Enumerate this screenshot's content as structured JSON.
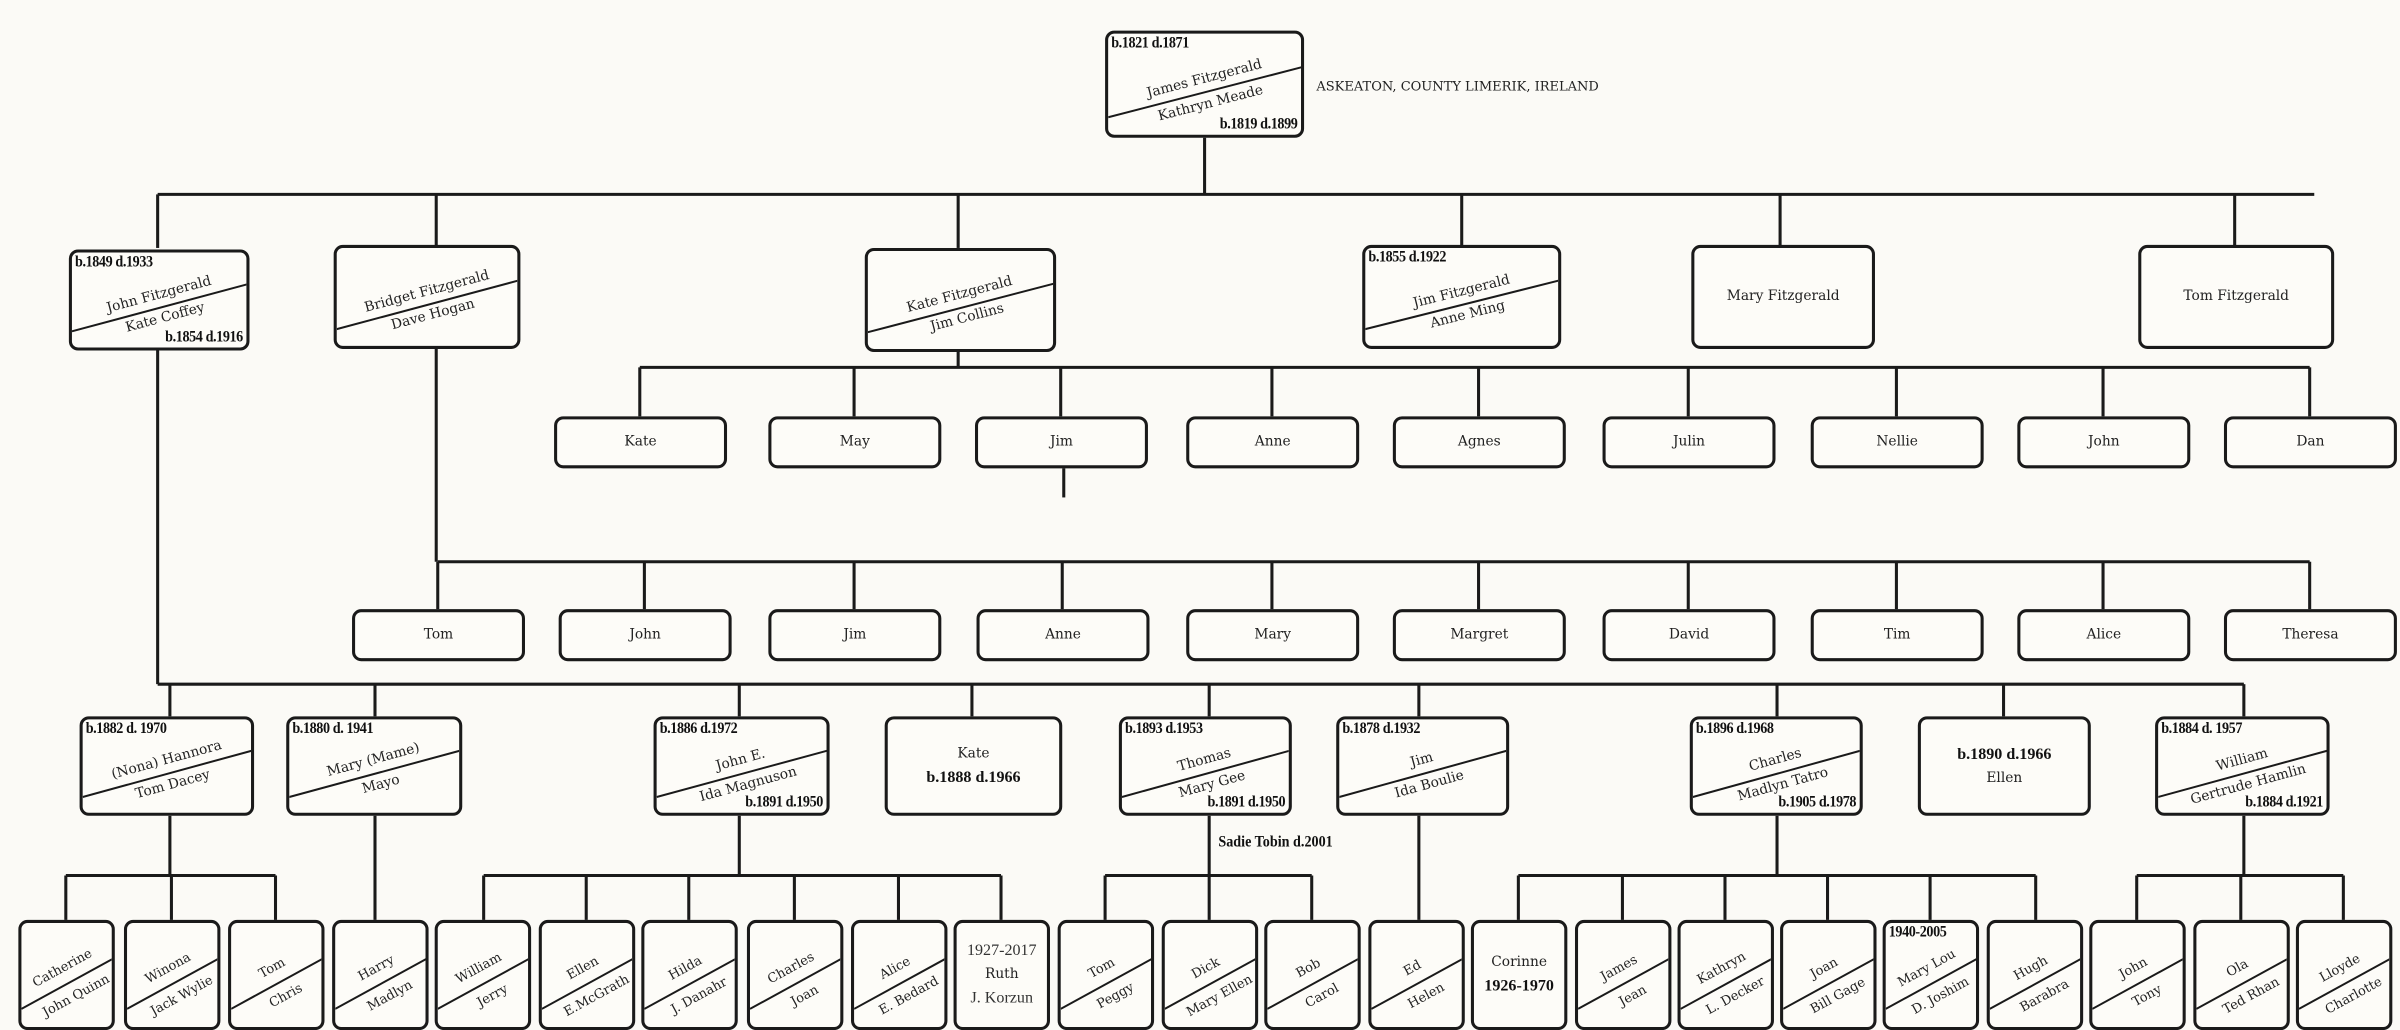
{
  "origin_place": "ASKEATON, COUNTY LIMERIK, IRELAND",
  "root": {
    "top": "b.1821 d.1871",
    "a": "James Fitzgerald",
    "b": "Kathryn Meade",
    "bottom": "b.1819 d.1899"
  },
  "children": [
    {
      "top": "b.1849 d.1933",
      "a": "John Fitzgerald",
      "b": "Kate Coffey",
      "bottom": "b.1854 d.1916"
    },
    {
      "a": "Bridget Fitzgerald",
      "b": "Dave Hogan"
    },
    {
      "a": "Kate Fitzgerald",
      "b": "Jim Collins"
    },
    {
      "top": "b.1855 d.1922",
      "a": "Jim Fitzgerald",
      "b": "Anne Ming"
    },
    {
      "name": "Mary Fitzgerald"
    },
    {
      "name": "Tom Fitzgerald"
    }
  ],
  "collins_children": [
    {
      "name": "Kate"
    },
    {
      "name": "May"
    },
    {
      "name": "Jim"
    },
    {
      "name": "Anne"
    },
    {
      "name": "Agnes"
    },
    {
      "name": "Julin"
    },
    {
      "name": "Nellie"
    },
    {
      "name": "John"
    },
    {
      "name": "Dan"
    }
  ],
  "hogan_children": [
    {
      "name": "Tom"
    },
    {
      "name": "John"
    },
    {
      "name": "Jim"
    },
    {
      "name": "Anne"
    },
    {
      "name": "Mary"
    },
    {
      "name": "Margret"
    },
    {
      "name": "David"
    },
    {
      "name": "Tim"
    },
    {
      "name": "Alice"
    },
    {
      "name": "Theresa"
    }
  ],
  "coffey_children": [
    {
      "top": "b.1882 d. 1970",
      "a": "(Nona) Hannora",
      "b": "Tom Dacey"
    },
    {
      "top": "b.1880 d. 1941",
      "a": "Mary (Mame)",
      "b": "Mayo"
    },
    {
      "top": "b.1886 d.1972",
      "a": "John E.",
      "b": "Ida Magnuson",
      "bottom": "b.1891 d.1950"
    },
    {
      "name": "Kate",
      "sub": "b.1888 d.1966"
    },
    {
      "top": "b.1893 d.1953",
      "a": "Thomas",
      "b": "Mary Gee",
      "bottom": "b.1891 d.1950"
    },
    {
      "top": "b.1878 d.1932",
      "a": "Jim",
      "b": "Ida Boulie"
    },
    {
      "top": "b.1896 d.1968",
      "a": "Charles",
      "b": "Madlyn Tatro",
      "bottom": "b.1905 d.1978"
    },
    {
      "pre": "b.1890 d.1966",
      "name": "Ellen"
    },
    {
      "top": "b.1884 d. 1957",
      "a": "William",
      "b": "Gertrude Hamlin",
      "bottom": "b.1884 d.1921"
    }
  ],
  "second_spouse_note": "Sadie Tobin d.2001",
  "grandchildren": [
    {
      "a": "Catherine",
      "b": "John Quinn"
    },
    {
      "a": "Winona",
      "b": "Jack Wylie"
    },
    {
      "a": "Tom",
      "b": "Chris"
    },
    {
      "a": "Harry",
      "b": "Madlyn"
    },
    {
      "a": "William",
      "b": "Jerry"
    },
    {
      "a": "Ellen",
      "b": "E.McGrath"
    },
    {
      "a": "Hilda",
      "b": "J. Danahr"
    },
    {
      "a": "Charles",
      "b": "Joan"
    },
    {
      "a": "Alice",
      "b": "E. Bedard"
    },
    {
      "pre_plain": "1927-2017",
      "name": "Ruth",
      "sub_plain": "J. Korzun"
    },
    {
      "a": "Tom",
      "b": "Peggy"
    },
    {
      "a": "Dick",
      "b": "Mary Ellen"
    },
    {
      "a": "Bob",
      "b": "Carol"
    },
    {
      "a": "Ed",
      "b": "Helen"
    },
    {
      "name": "Corinne",
      "sub": "1926-1970"
    },
    {
      "a": "James",
      "b": "Jean"
    },
    {
      "a": "Kathryn",
      "b": "L. Decker"
    },
    {
      "a": "Joan",
      "b": "Bill Gage"
    },
    {
      "top": "1940-2005",
      "a": "Mary Lou",
      "b": "D. Joshim"
    },
    {
      "a": "Hugh",
      "b": "Barabra"
    },
    {
      "a": "John",
      "b": "Tony"
    },
    {
      "a": "Ola",
      "b": "Ted Rhan"
    },
    {
      "a": "Lloyde",
      "b": "Charlotte"
    }
  ]
}
